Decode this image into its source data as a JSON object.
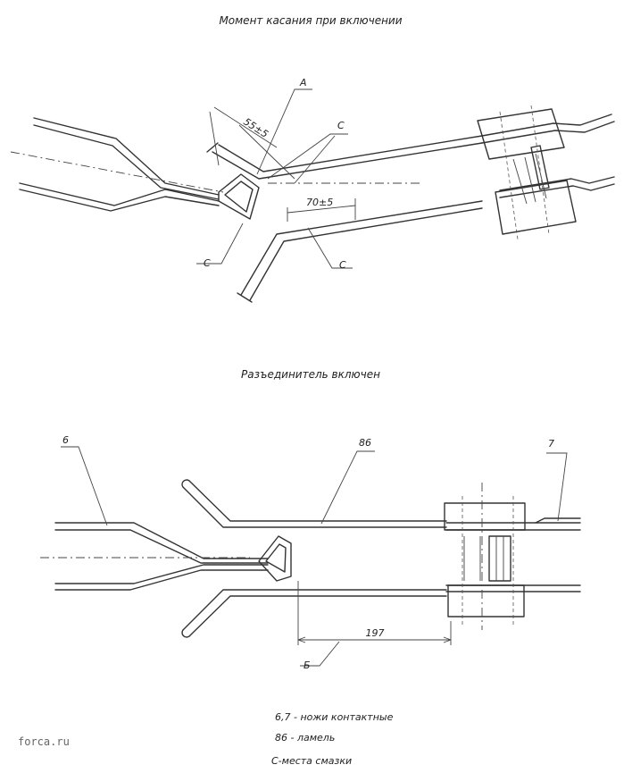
{
  "top_view": {
    "title": "Момент касания при включении",
    "label_a": "A",
    "dim_55": "55±5",
    "dim_70": "70±5",
    "label_c": "C"
  },
  "bottom_view": {
    "title": "Разъединитель включен",
    "callout_6": "6",
    "callout_86": "86",
    "callout_7": "7",
    "dim_197": "197",
    "label_b": "Б"
  },
  "legend": {
    "line1": "6,7 - ножи контактные",
    "line2": "86 - ламель",
    "line3": "C-места смазки"
  },
  "watermark": "forca.ru"
}
